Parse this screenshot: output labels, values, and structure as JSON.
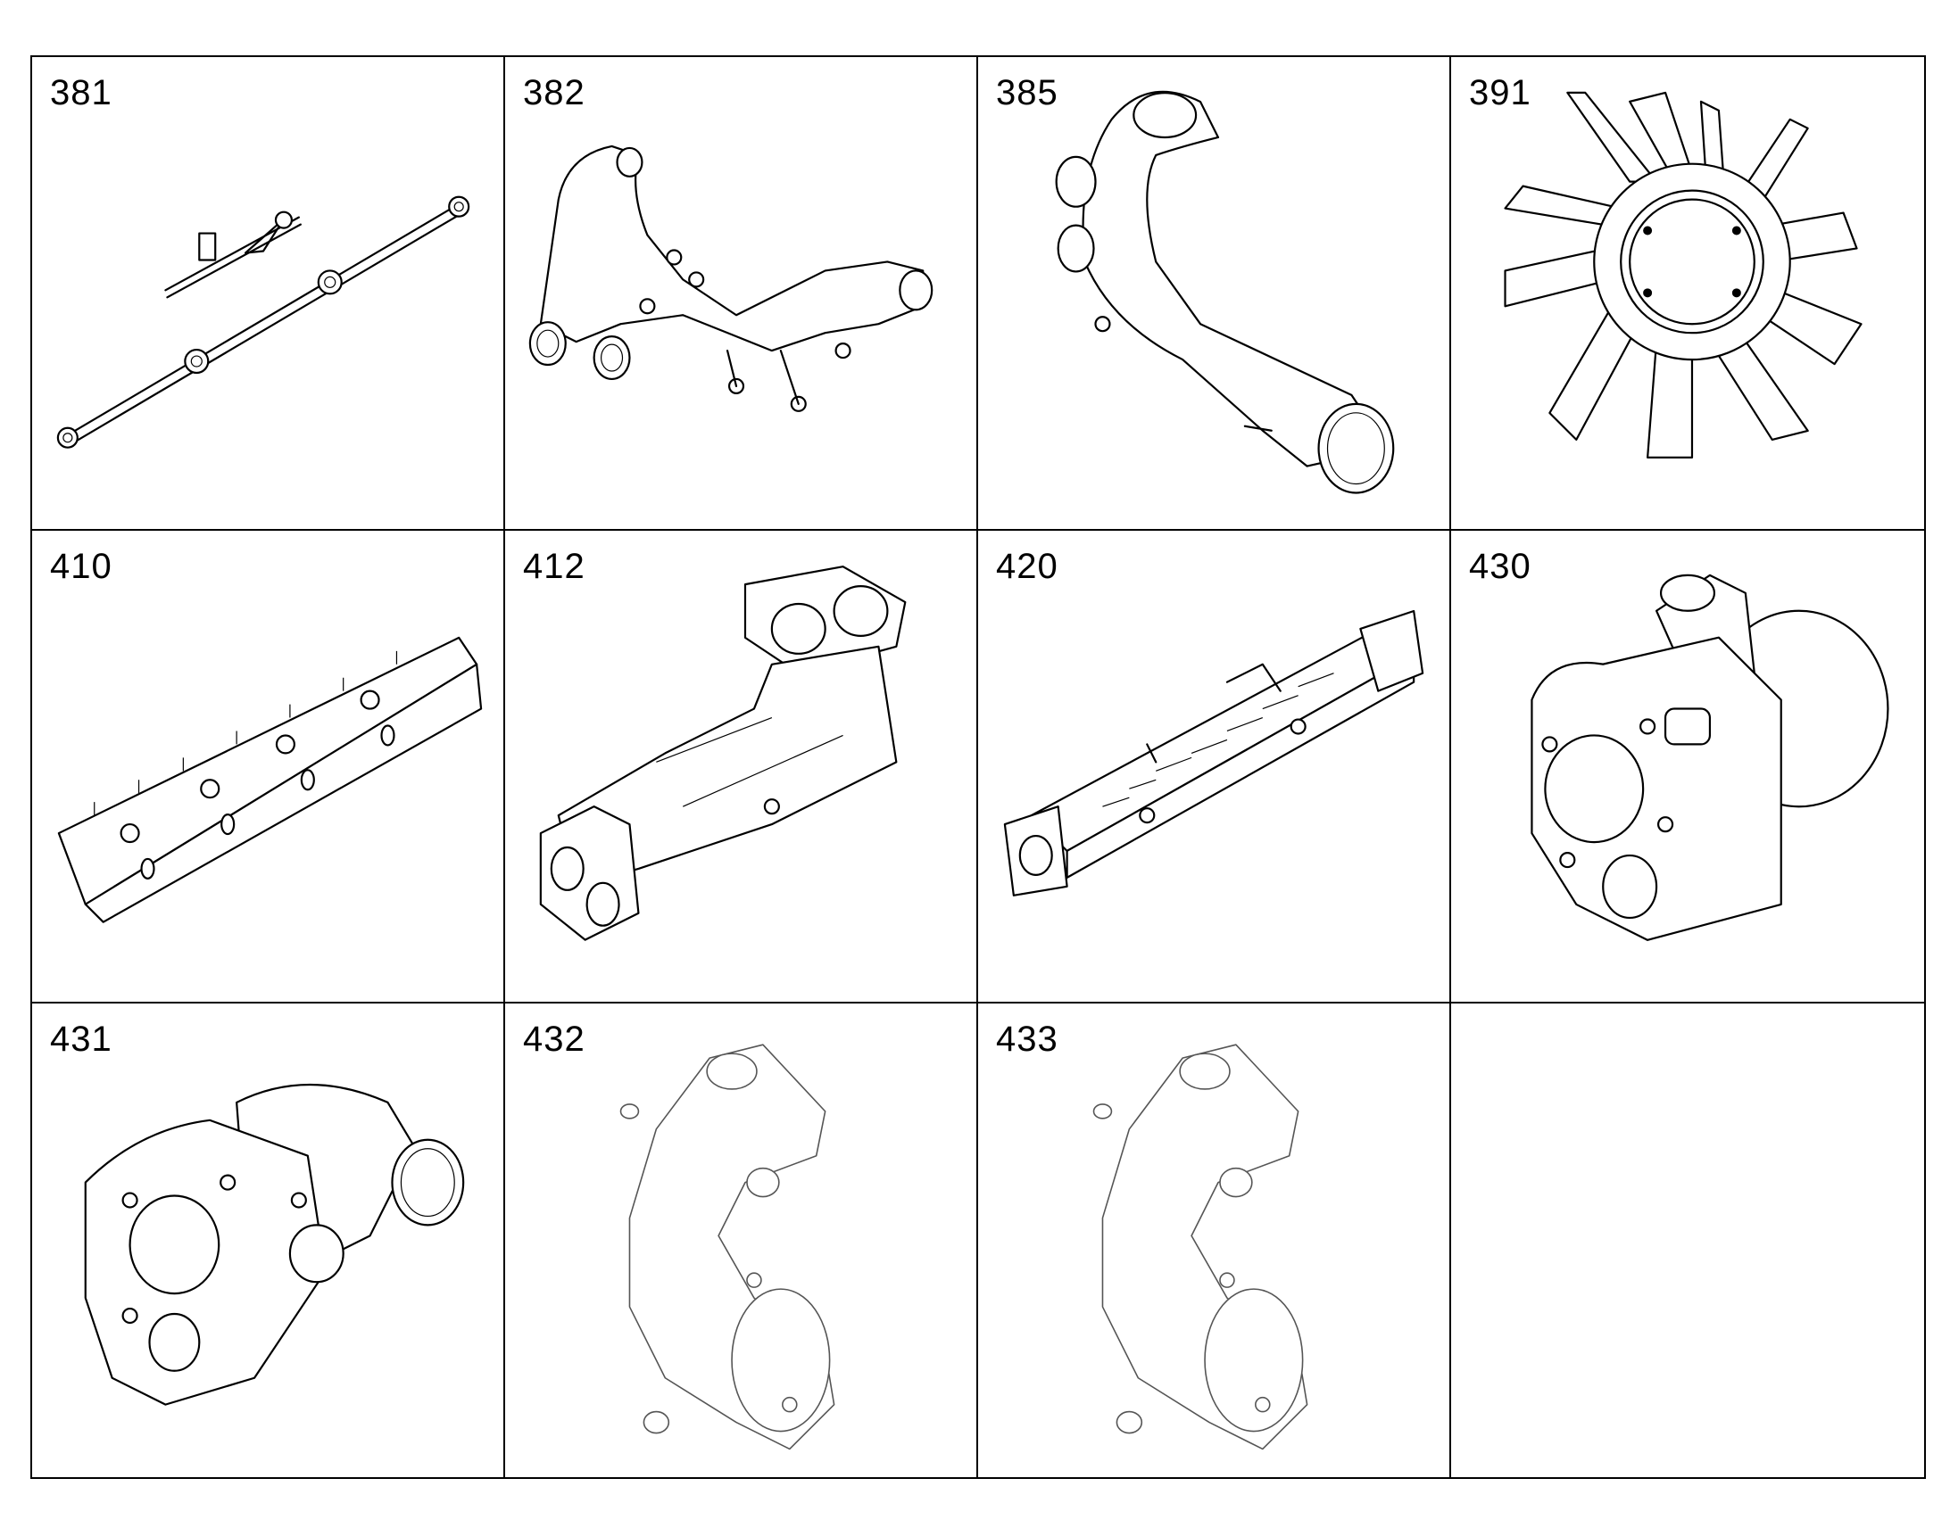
{
  "grid": {
    "cells": [
      {
        "number": "381",
        "icon": "fuel-rail-pipe-icon"
      },
      {
        "number": "382",
        "icon": "coolant-manifold-icon"
      },
      {
        "number": "385",
        "icon": "intake-elbow-pipe-icon"
      },
      {
        "number": "391",
        "icon": "cooling-fan-icon"
      },
      {
        "number": "410",
        "icon": "valve-cover-icon"
      },
      {
        "number": "412",
        "icon": "exhaust-manifold-icon"
      },
      {
        "number": "420",
        "icon": "egr-cooler-icon"
      },
      {
        "number": "430",
        "icon": "turbocharger-icon"
      },
      {
        "number": "431",
        "icon": "turbocharger-icon"
      },
      {
        "number": "432",
        "icon": "exhaust-elbow-icon"
      },
      {
        "number": "433",
        "icon": "exhaust-elbow-icon"
      },
      {
        "number": "",
        "icon": ""
      }
    ]
  }
}
